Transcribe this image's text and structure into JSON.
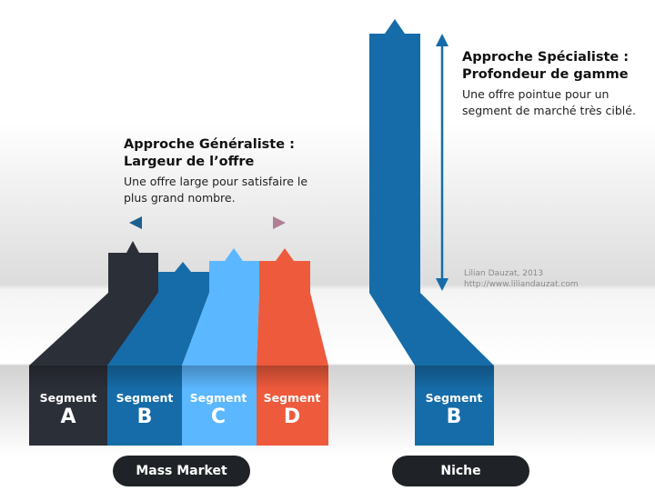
{
  "generalist": {
    "title_line1": "Approche Généraliste :",
    "title_line2": "Largeur de l’offre",
    "desc_line1": "Une offre large pour satisfaire le",
    "desc_line2": "plus grand nombre."
  },
  "specialist": {
    "title_line1": "Approche Spécialiste :",
    "title_line2": "Profondeur de gamme",
    "desc_line1": "Une offre pointue pour un",
    "desc_line2": "segment de marché très ciblé."
  },
  "credit": {
    "line1": "Lilian Dauzat, 2013",
    "line2": "http://www.liliandauzat.com"
  },
  "segments": [
    {
      "word": "Segment",
      "letter": "A",
      "color": "#2b2f38"
    },
    {
      "word": "Segment",
      "letter": "B",
      "color": "#166ca8"
    },
    {
      "word": "Segment",
      "letter": "C",
      "color": "#5bb7ff"
    },
    {
      "word": "Segment",
      "letter": "D",
      "color": "#ee5a3c"
    }
  ],
  "niche_segment": {
    "word": "Segment",
    "letter": "B",
    "color": "#166ca8"
  },
  "labels": {
    "mass_market": "Mass Market",
    "niche": "Niche"
  }
}
